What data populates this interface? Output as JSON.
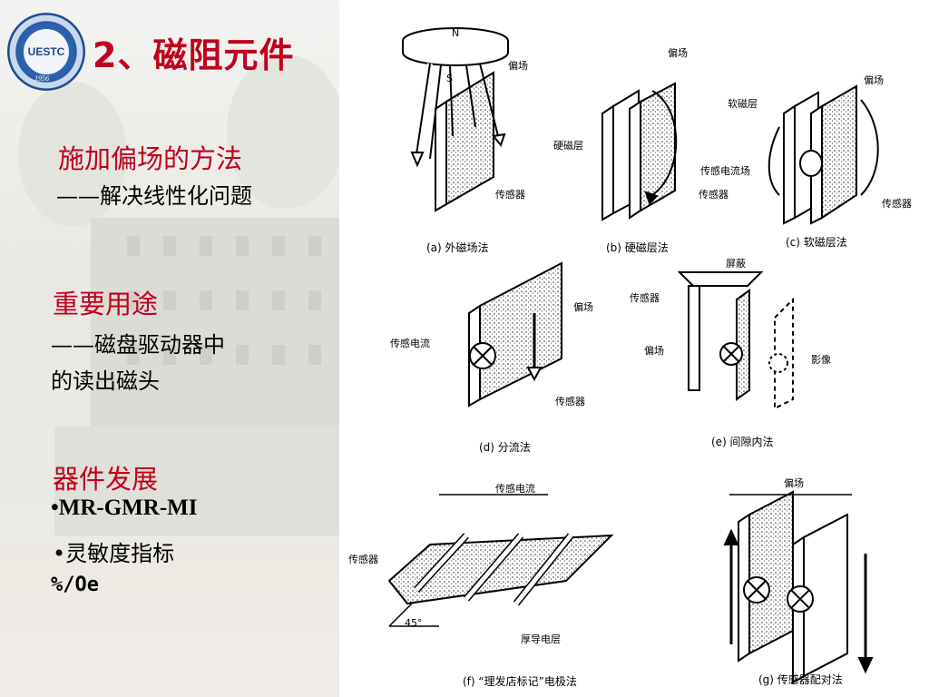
{
  "slide": {
    "title": "2、磁阻元件",
    "logo_text": "UESTC",
    "logo_year": "1956",
    "section1_heading": "施加偏场的方法",
    "section1_sub": "——解决线性化问题",
    "section2_heading": "重要用途",
    "section2_line1": "——磁盘驱动器中",
    "section2_line2": "的读出磁头",
    "section3_heading": "器件发展",
    "bullet1": "•MR-GMR-MI",
    "bullet2": "•灵敏度指标",
    "unit": "%/Oe"
  },
  "figure": {
    "a": {
      "caption": "(a)  外磁场法",
      "n": "N",
      "s": "S",
      "bias": "偏场",
      "sensor": "传感器"
    },
    "b": {
      "caption": "(b)  硬磁层法",
      "bias": "偏场",
      "hard": "硬磁层",
      "sensor": "传感器"
    },
    "c": {
      "caption": "(c)  软磁层法",
      "bias": "偏场",
      "soft": "软磁层",
      "current": "传感电流场",
      "sensor": "传感器"
    },
    "d": {
      "caption": "(d)  分流法",
      "bias": "偏场",
      "current": "传感电流",
      "sensor": "传感器"
    },
    "e": {
      "caption": "(e)  间隙内法",
      "shield": "屏蔽",
      "sensor": "传感器",
      "bias": "偏场",
      "image": "影像"
    },
    "f": {
      "caption": "(f)  “理发店标记”电极法",
      "current": "传感电流",
      "sensor": "传感器",
      "angle": "45°",
      "layer": "厚导电层"
    },
    "g": {
      "caption": "(g)  传感器配对法",
      "bias": "偏场"
    }
  },
  "colors": {
    "title_red": "#c0001c",
    "logo_blue": "#1e4a90"
  }
}
